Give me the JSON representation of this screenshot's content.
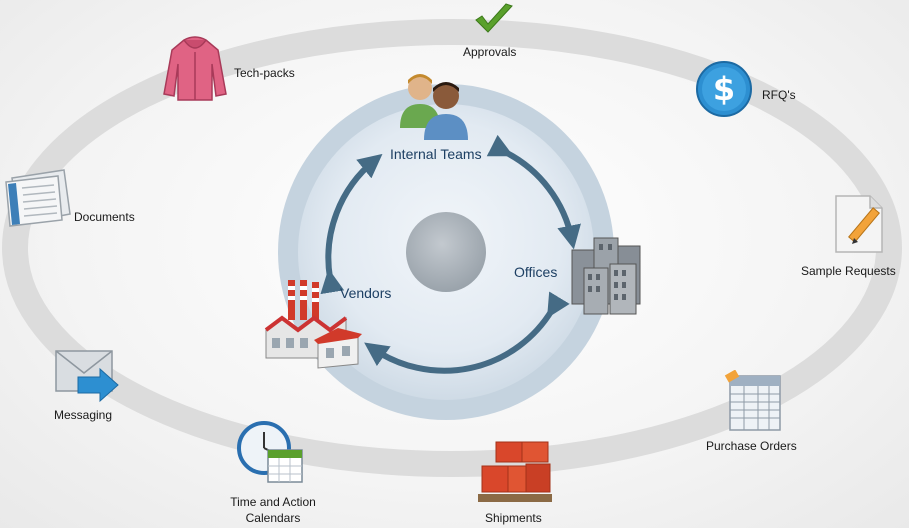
{
  "outer_items": [
    {
      "id": "approvals",
      "label": "Approvals",
      "icon": "checkmark-icon"
    },
    {
      "id": "rfqs",
      "label": "RFQ's",
      "icon": "dollar-icon"
    },
    {
      "id": "sample_requests",
      "label": "Sample Requests",
      "icon": "document-pencil-icon"
    },
    {
      "id": "purchase_orders",
      "label": "Purchase Orders",
      "icon": "spreadsheet-icon"
    },
    {
      "id": "shipments",
      "label": "Shipments",
      "icon": "pallet-boxes-icon"
    },
    {
      "id": "time_action",
      "label_line1": "Time and Action",
      "label_line2": "Calendars",
      "icon": "clock-calendar-icon"
    },
    {
      "id": "messaging",
      "label": "Messaging",
      "icon": "envelope-arrow-icon"
    },
    {
      "id": "documents",
      "label": "Documents",
      "icon": "newspaper-icon"
    },
    {
      "id": "tech_packs",
      "label": "Tech-packs",
      "icon": "hoodie-icon"
    }
  ],
  "inner_items": [
    {
      "id": "internal_teams",
      "label": "Internal Teams",
      "icon": "people-icon"
    },
    {
      "id": "offices",
      "label": "Offices",
      "icon": "office-buildings-icon"
    },
    {
      "id": "vendors",
      "label": "Vendors",
      "icon": "factory-icon"
    }
  ],
  "colors": {
    "outer_ring": "#d9d9d9",
    "inner_disc": "#c9d6e2",
    "inner_face": "#e4ecf3",
    "arrow": "#456b85",
    "inner_text": "#1d3f63"
  }
}
